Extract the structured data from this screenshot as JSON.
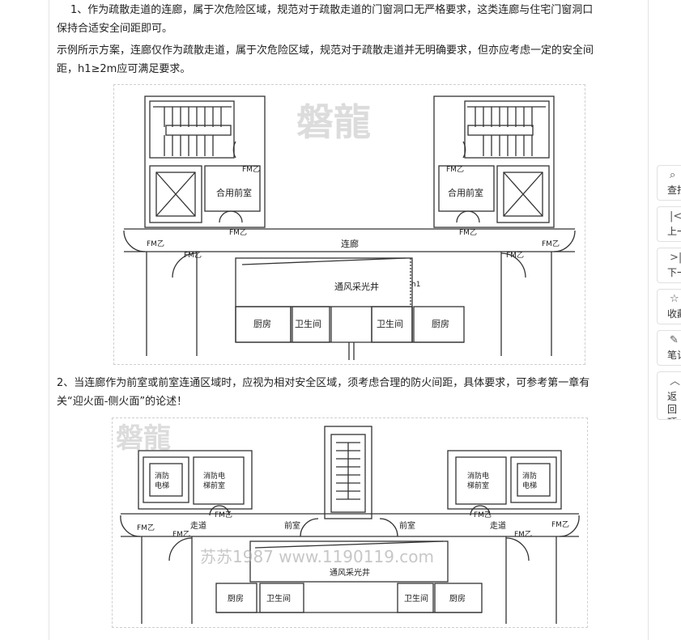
{
  "article": {
    "para1_line1": "1、作为疏散走道的连廊，属于次危险区域，规范对于疏散走道的门窗洞口无严格要求，这类连廊与住宅门窗洞口",
    "para1_line2": "保持合适安全间距即可。",
    "para2_line1": "示例所示方案，连廊仅作为疏散走道，属于次危险区域，规范对于疏散走道并无明确要求，但亦应考虑一定的安全间",
    "para2_line2": "距，h1≥2m应可满足要求。",
    "para3_line1": "2、当连廊作为前室或前室连通区域时，应视为相对安全区域，须考虑合理的防火间距，具体要求，可参考第一章有",
    "para3_line2": "关“迎火面-侧火面”的论述！"
  },
  "figure1": {
    "watermark": "磐龍",
    "fm": "FM乙",
    "shared_anteroom": "合用前室",
    "corridor": "连廊",
    "lightwell": "通风采光井",
    "h1": "h1",
    "kitchen": "厨房",
    "bathroom": "卫生间"
  },
  "figure2": {
    "watermark": "磐龍",
    "site_watermark": "苏苏1987 www.1190119.com",
    "fm": "FM乙",
    "fire_elevator_l1": "消防",
    "fire_elevator_l2": "电梯",
    "fire_anteroom_l1": "消防电",
    "fire_anteroom_l2": "梯前室",
    "corridor": "走道",
    "anteroom": "前室",
    "lightwell": "通风采光井",
    "kitchen": "厨房",
    "bathroom": "卫生间"
  },
  "sidebar": {
    "items": [
      {
        "icon": "search-icon",
        "glyph": "⌕",
        "label": "查找"
      },
      {
        "icon": "prev-icon",
        "glyph": "|<",
        "label": "上一"
      },
      {
        "icon": "next-icon",
        "glyph": ">|",
        "label": "下一"
      },
      {
        "icon": "star-icon",
        "glyph": "☆",
        "label": "收藏"
      },
      {
        "icon": "pen-icon",
        "glyph": "✎",
        "label": "笔记"
      },
      {
        "icon": "top-icon",
        "glyph": "︿",
        "label": "返回顶部"
      }
    ]
  }
}
